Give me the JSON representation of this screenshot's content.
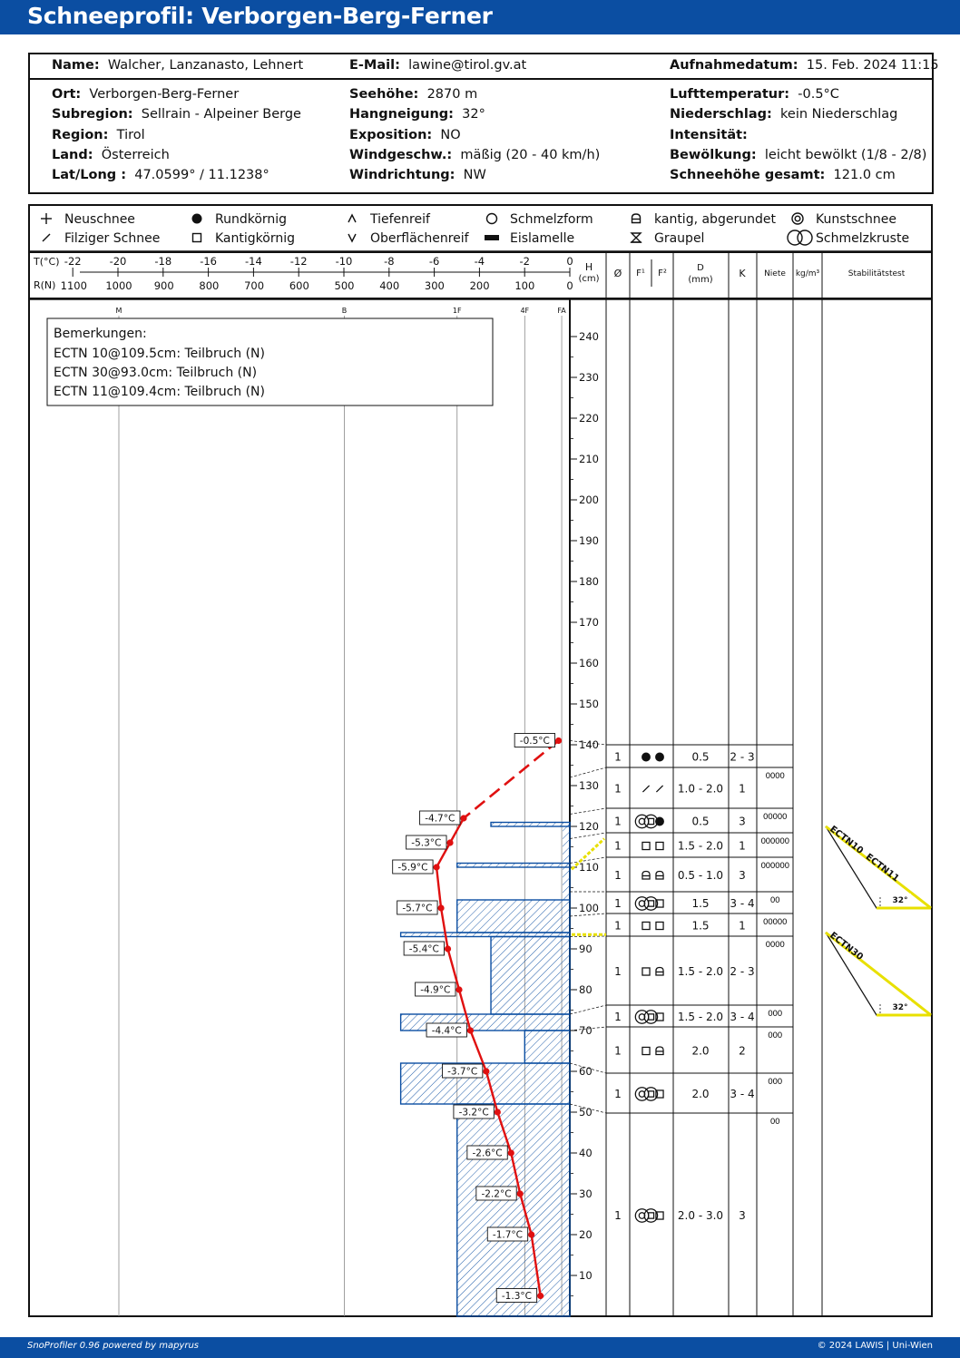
{
  "page_title": "Schneeprofil: Verborgen-Berg-Ferner",
  "header": {
    "name_label": "Name:",
    "name": "Walcher, Lanzanasto, Lehnert",
    "email_label": "E-Mail:",
    "email": "lawine@tirol.gv.at",
    "date_label": "Aufnahmedatum:",
    "date": "15. Feb. 2024 11:15"
  },
  "meta": {
    "col1": [
      {
        "label": "Ort:",
        "value": "Verborgen-Berg-Ferner"
      },
      {
        "label": "Subregion:",
        "value": "Sellrain - Alpeiner Berge"
      },
      {
        "label": "Region:",
        "value": "Tirol"
      },
      {
        "label": "Land:",
        "value": "Österreich"
      },
      {
        "label": "Lat/Long :",
        "value": "47.0599° / 11.1238°"
      }
    ],
    "col2": [
      {
        "label": "Seehöhe:",
        "value": "2870 m"
      },
      {
        "label": "Hangneigung:",
        "value": "32°"
      },
      {
        "label": "Exposition:",
        "value": "NO"
      },
      {
        "label": "Windgeschw.:",
        "value": "mäßig (20 - 40 km/h)"
      },
      {
        "label": "Windrichtung:",
        "value": "NW"
      }
    ],
    "col3": [
      {
        "label": "Lufttemperatur:",
        "value": "-0.5°C"
      },
      {
        "label": "Niederschlag:",
        "value": "kein Niederschlag"
      },
      {
        "label": "Intensität:",
        "value": ""
      },
      {
        "label": "Bewölkung:",
        "value": "leicht bewölkt (1/8 - 2/8)"
      },
      {
        "label": "Schneehöhe gesamt:",
        "value": "121.0 cm"
      }
    ]
  },
  "legend": [
    {
      "icon": "plus-icon",
      "label": "Neuschnee"
    },
    {
      "icon": "slash-icon",
      "label": "Filziger Schnee"
    },
    {
      "icon": "filled-circle-icon",
      "label": "Rundkörnig"
    },
    {
      "icon": "square-icon",
      "label": "Kantigkörnig"
    },
    {
      "icon": "caret-up-icon",
      "label": "Tiefenreif"
    },
    {
      "icon": "caret-down-icon",
      "label": "Oberflächenreif"
    },
    {
      "icon": "open-circle-icon",
      "label": "Schmelzform"
    },
    {
      "icon": "filled-bar-icon",
      "label": "Eislamelle"
    },
    {
      "icon": "rounded-square-icon",
      "label": "kantig, abgerundet"
    },
    {
      "icon": "hourglass-icon",
      "label": "Graupel"
    },
    {
      "icon": "double-circle-icon",
      "label": "Kunstschnee"
    },
    {
      "icon": "melt-crust-icon",
      "label": "Schmelzkruste"
    }
  ],
  "axes": {
    "t_label": "T(°C)",
    "t_ticks": [
      "-22",
      "-20",
      "-18",
      "-16",
      "-14",
      "-12",
      "-10",
      "-8",
      "-6",
      "-4",
      "-2",
      "0"
    ],
    "r_label": "R(N)",
    "r_ticks": [
      "1100",
      "1000",
      "900",
      "800",
      "700",
      "600",
      "500",
      "400",
      "300",
      "200",
      "100",
      "0"
    ],
    "hardness_labels": [
      "M",
      "B",
      "1F",
      "4F",
      "FA"
    ],
    "h_label": "H",
    "h_unit": "(cm)",
    "h_ticks": [
      "240",
      "230",
      "220",
      "210",
      "200",
      "190",
      "180",
      "170",
      "160",
      "150",
      "140",
      "130",
      "120",
      "110",
      "100",
      "90",
      "80",
      "70",
      "60",
      "50",
      "40",
      "30",
      "20",
      "10"
    ]
  },
  "columns": {
    "phi": "Ø",
    "f1": "F¹",
    "f2": "F²",
    "d": "D",
    "d_unit": "(mm)",
    "k": "K",
    "niete": "Niete",
    "density": "kg/m³",
    "stability": "Stabilitätstest"
  },
  "remarks": {
    "title": "Bemerkungen:",
    "lines": [
      "ECTN 10@109.5cm: Teilbruch (N)",
      "ECTN 30@93.0cm: Teilbruch (N)",
      "ECTN 11@109.4cm: Teilbruch (N)"
    ]
  },
  "chart_data": {
    "type": "line",
    "temperature_profile": [
      {
        "height": 141,
        "temp": -0.5,
        "label": "-0.5°C"
      },
      {
        "height": 122,
        "temp": -4.7,
        "label": "-4.7°C"
      },
      {
        "height": 116,
        "temp": -5.3,
        "label": "-5.3°C"
      },
      {
        "height": 110,
        "temp": -5.9,
        "label": "-5.9°C"
      },
      {
        "height": 100,
        "temp": -5.7,
        "label": "-5.7°C"
      },
      {
        "height": 90,
        "temp": -5.4,
        "label": "-5.4°C"
      },
      {
        "height": 80,
        "temp": -4.9,
        "label": "-4.9°C"
      },
      {
        "height": 70,
        "temp": -4.4,
        "label": "-4.4°C"
      },
      {
        "height": 60,
        "temp": -3.7,
        "label": "-3.7°C"
      },
      {
        "height": 50,
        "temp": -3.2,
        "label": "-3.2°C"
      },
      {
        "height": 40,
        "temp": -2.6,
        "label": "-2.6°C"
      },
      {
        "height": 30,
        "temp": -2.2,
        "label": "-2.2°C"
      },
      {
        "height": 20,
        "temp": -1.7,
        "label": "-1.7°C"
      },
      {
        "height": 5,
        "temp": -1.3,
        "label": "-1.3°C"
      }
    ],
    "hardness_profile": [
      {
        "from": 0,
        "to": 52,
        "r": 250
      },
      {
        "from": 52,
        "to": 62,
        "r": 375
      },
      {
        "from": 62,
        "to": 70,
        "r": 100
      },
      {
        "from": 70,
        "to": 74,
        "r": 375
      },
      {
        "from": 74,
        "to": 93,
        "r": 175
      },
      {
        "from": 93,
        "to": 94,
        "r": 375
      },
      {
        "from": 94,
        "to": 102,
        "r": 250
      },
      {
        "from": 102,
        "to": 110,
        "r": 0
      },
      {
        "from": 110,
        "to": 111,
        "r": 250
      },
      {
        "from": 111,
        "to": 120,
        "r": 0
      },
      {
        "from": 120,
        "to": 121,
        "r": 175
      }
    ],
    "ylim": [
      0,
      250
    ],
    "xlim": [
      -22,
      0
    ]
  },
  "layers": [
    {
      "top": 141,
      "bot": 132,
      "phi": "1",
      "f1": "round",
      "f2": "round",
      "d": "0.5",
      "k": "2 - 3",
      "niete": ""
    },
    {
      "top": 132,
      "bot": 123,
      "phi": "1",
      "f1": "slash",
      "f2": "slash",
      "d": "1.0 - 2.0",
      "k": "1",
      "niete": "0000"
    },
    {
      "top": 123,
      "bot": 117,
      "phi": "1",
      "f1": "melt",
      "f2": "round",
      "d": "0.5",
      "k": "3",
      "niete": "00000"
    },
    {
      "top": 117,
      "bot": 111,
      "phi": "1",
      "f1": "square",
      "f2": "square",
      "d": "1.5 - 2.0",
      "k": "1",
      "niete": "000000"
    },
    {
      "top": 111,
      "bot": 104,
      "phi": "1",
      "f1": "rsq",
      "f2": "rsq",
      "d": "0.5 - 1.0",
      "k": "3",
      "niete": "000000"
    },
    {
      "top": 104,
      "bot": 98,
      "phi": "1",
      "f1": "melt",
      "f2": "square",
      "d": "1.5",
      "k": "3 - 4",
      "niete": "00"
    },
    {
      "top": 98,
      "bot": 93,
      "phi": "1",
      "f1": "square",
      "f2": "square",
      "d": "1.5",
      "k": "1",
      "niete": "00000"
    },
    {
      "top": 93,
      "bot": 74,
      "phi": "1",
      "f1": "square",
      "f2": "rsq",
      "d": "1.5 - 2.0",
      "k": "2 - 3",
      "niete": "0000"
    },
    {
      "top": 74,
      "bot": 70,
      "phi": "1",
      "f1": "melt",
      "f2": "square",
      "d": "1.5 - 2.0",
      "k": "3 - 4",
      "niete": "000"
    },
    {
      "top": 70,
      "bot": 62,
      "phi": "1",
      "f1": "square",
      "f2": "rsq",
      "d": "2.0",
      "k": "2",
      "niete": "000"
    },
    {
      "top": 62,
      "bot": 52,
      "phi": "1",
      "f1": "melt",
      "f2": "square",
      "d": "2.0",
      "k": "3 - 4",
      "niete": "000"
    },
    {
      "top": 52,
      "bot": 0,
      "phi": "1",
      "f1": "melt",
      "f2": "square",
      "d": "2.0 - 3.0",
      "k": "3",
      "niete": "00"
    }
  ],
  "stability": [
    {
      "label1": "ECTN10",
      "label2": "ECTN11",
      "angle": "32°",
      "height": 109.5
    },
    {
      "label1": "ECTN30",
      "label2": "",
      "angle": "32°",
      "height": 93
    }
  ],
  "footer": {
    "left": "SnoProfiler 0.96 powered by mapyrus",
    "right": "© 2024 LAWIS | Uni-Wien"
  }
}
